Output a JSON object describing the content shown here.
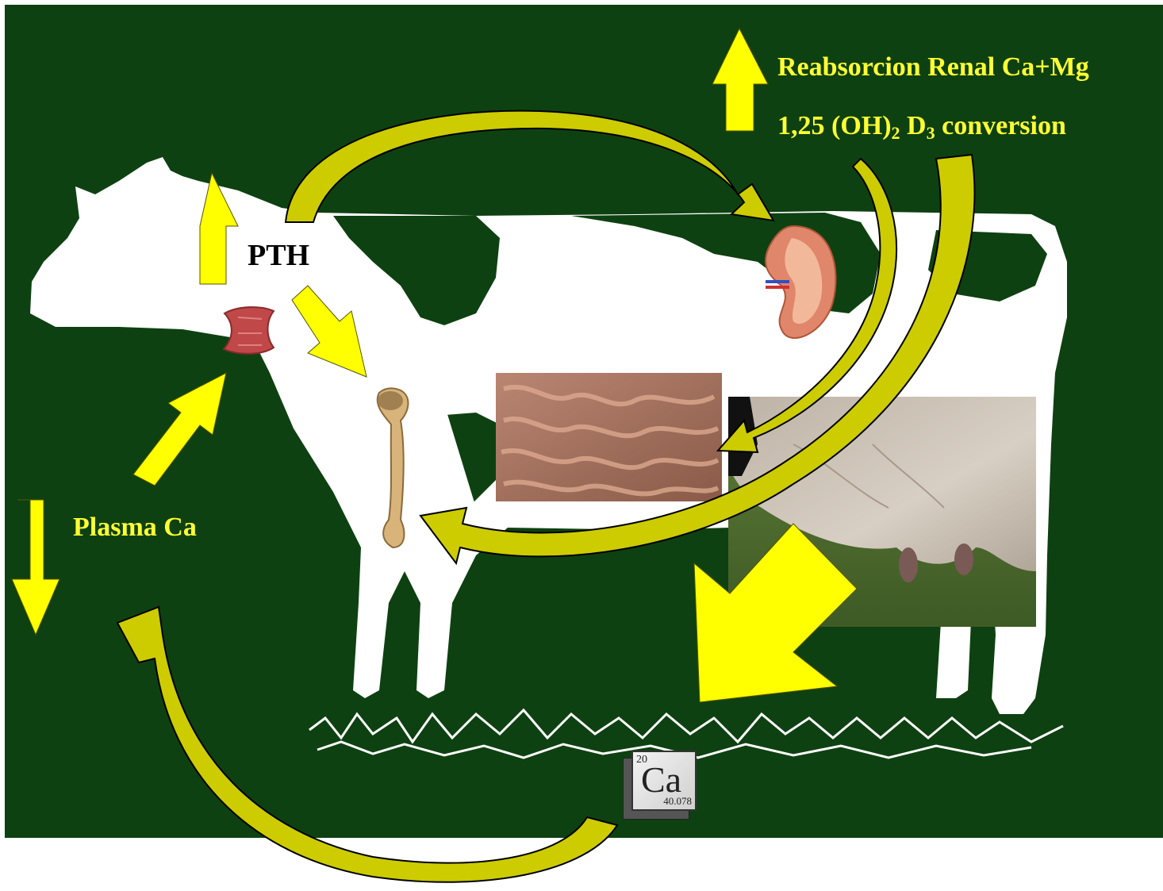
{
  "labels": {
    "renal": "Reabsorcion Renal  Ca+Mg",
    "vitd_prefix": "1,25 (OH)",
    "vitd_sub1": "2",
    "vitd_mid": " D",
    "vitd_sub2": "3",
    "vitd_suffix": " conversion",
    "pth": "PTH",
    "plasma": "Plasma Ca"
  },
  "element": {
    "number": "20",
    "symbol": "Ca",
    "mass": "40.078"
  },
  "colors": {
    "background": "#0e4111",
    "arrow_bright": "#ffff00",
    "arrow_olive": "#cccc00",
    "label": "#ffff33",
    "cow": "#ffffff"
  },
  "icons": [
    "parathyroid-gland-image",
    "kidney-image",
    "bone-image",
    "intestine-photo",
    "udder-photo",
    "calcium-element-tile"
  ]
}
